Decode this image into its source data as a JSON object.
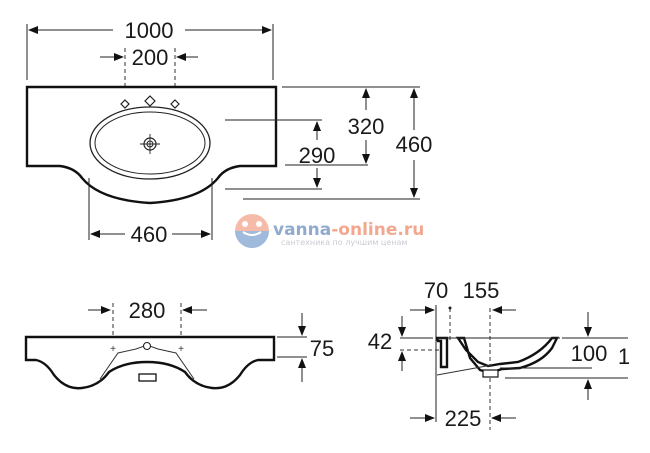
{
  "drawing": {
    "top_view": {
      "overall_width": "1000",
      "tap_hole_spacing": "200",
      "bowl_width": "460",
      "bowl_depth": "290",
      "deck_depth": "320",
      "overall_depth": "460"
    },
    "front_view": {
      "tap_hole_spacing": "280",
      "rim_height": "75"
    },
    "side_view": {
      "wall_to_tap": "70",
      "tap_to_drain": "155",
      "overflow_height": "42",
      "bowl_height": "100",
      "bowl_height_suffix": "1",
      "wall_to_drain": "225"
    }
  },
  "watermark": {
    "brand_part1": "vanna",
    "brand_part2": "-online.ru",
    "tagline": "сантехника по лучшим ценам",
    "colors": {
      "part1": "#6b8fbf",
      "part2": "#f08a6a",
      "logo_top": "#f4a58c",
      "logo_bottom": "#7fa3cf"
    }
  }
}
